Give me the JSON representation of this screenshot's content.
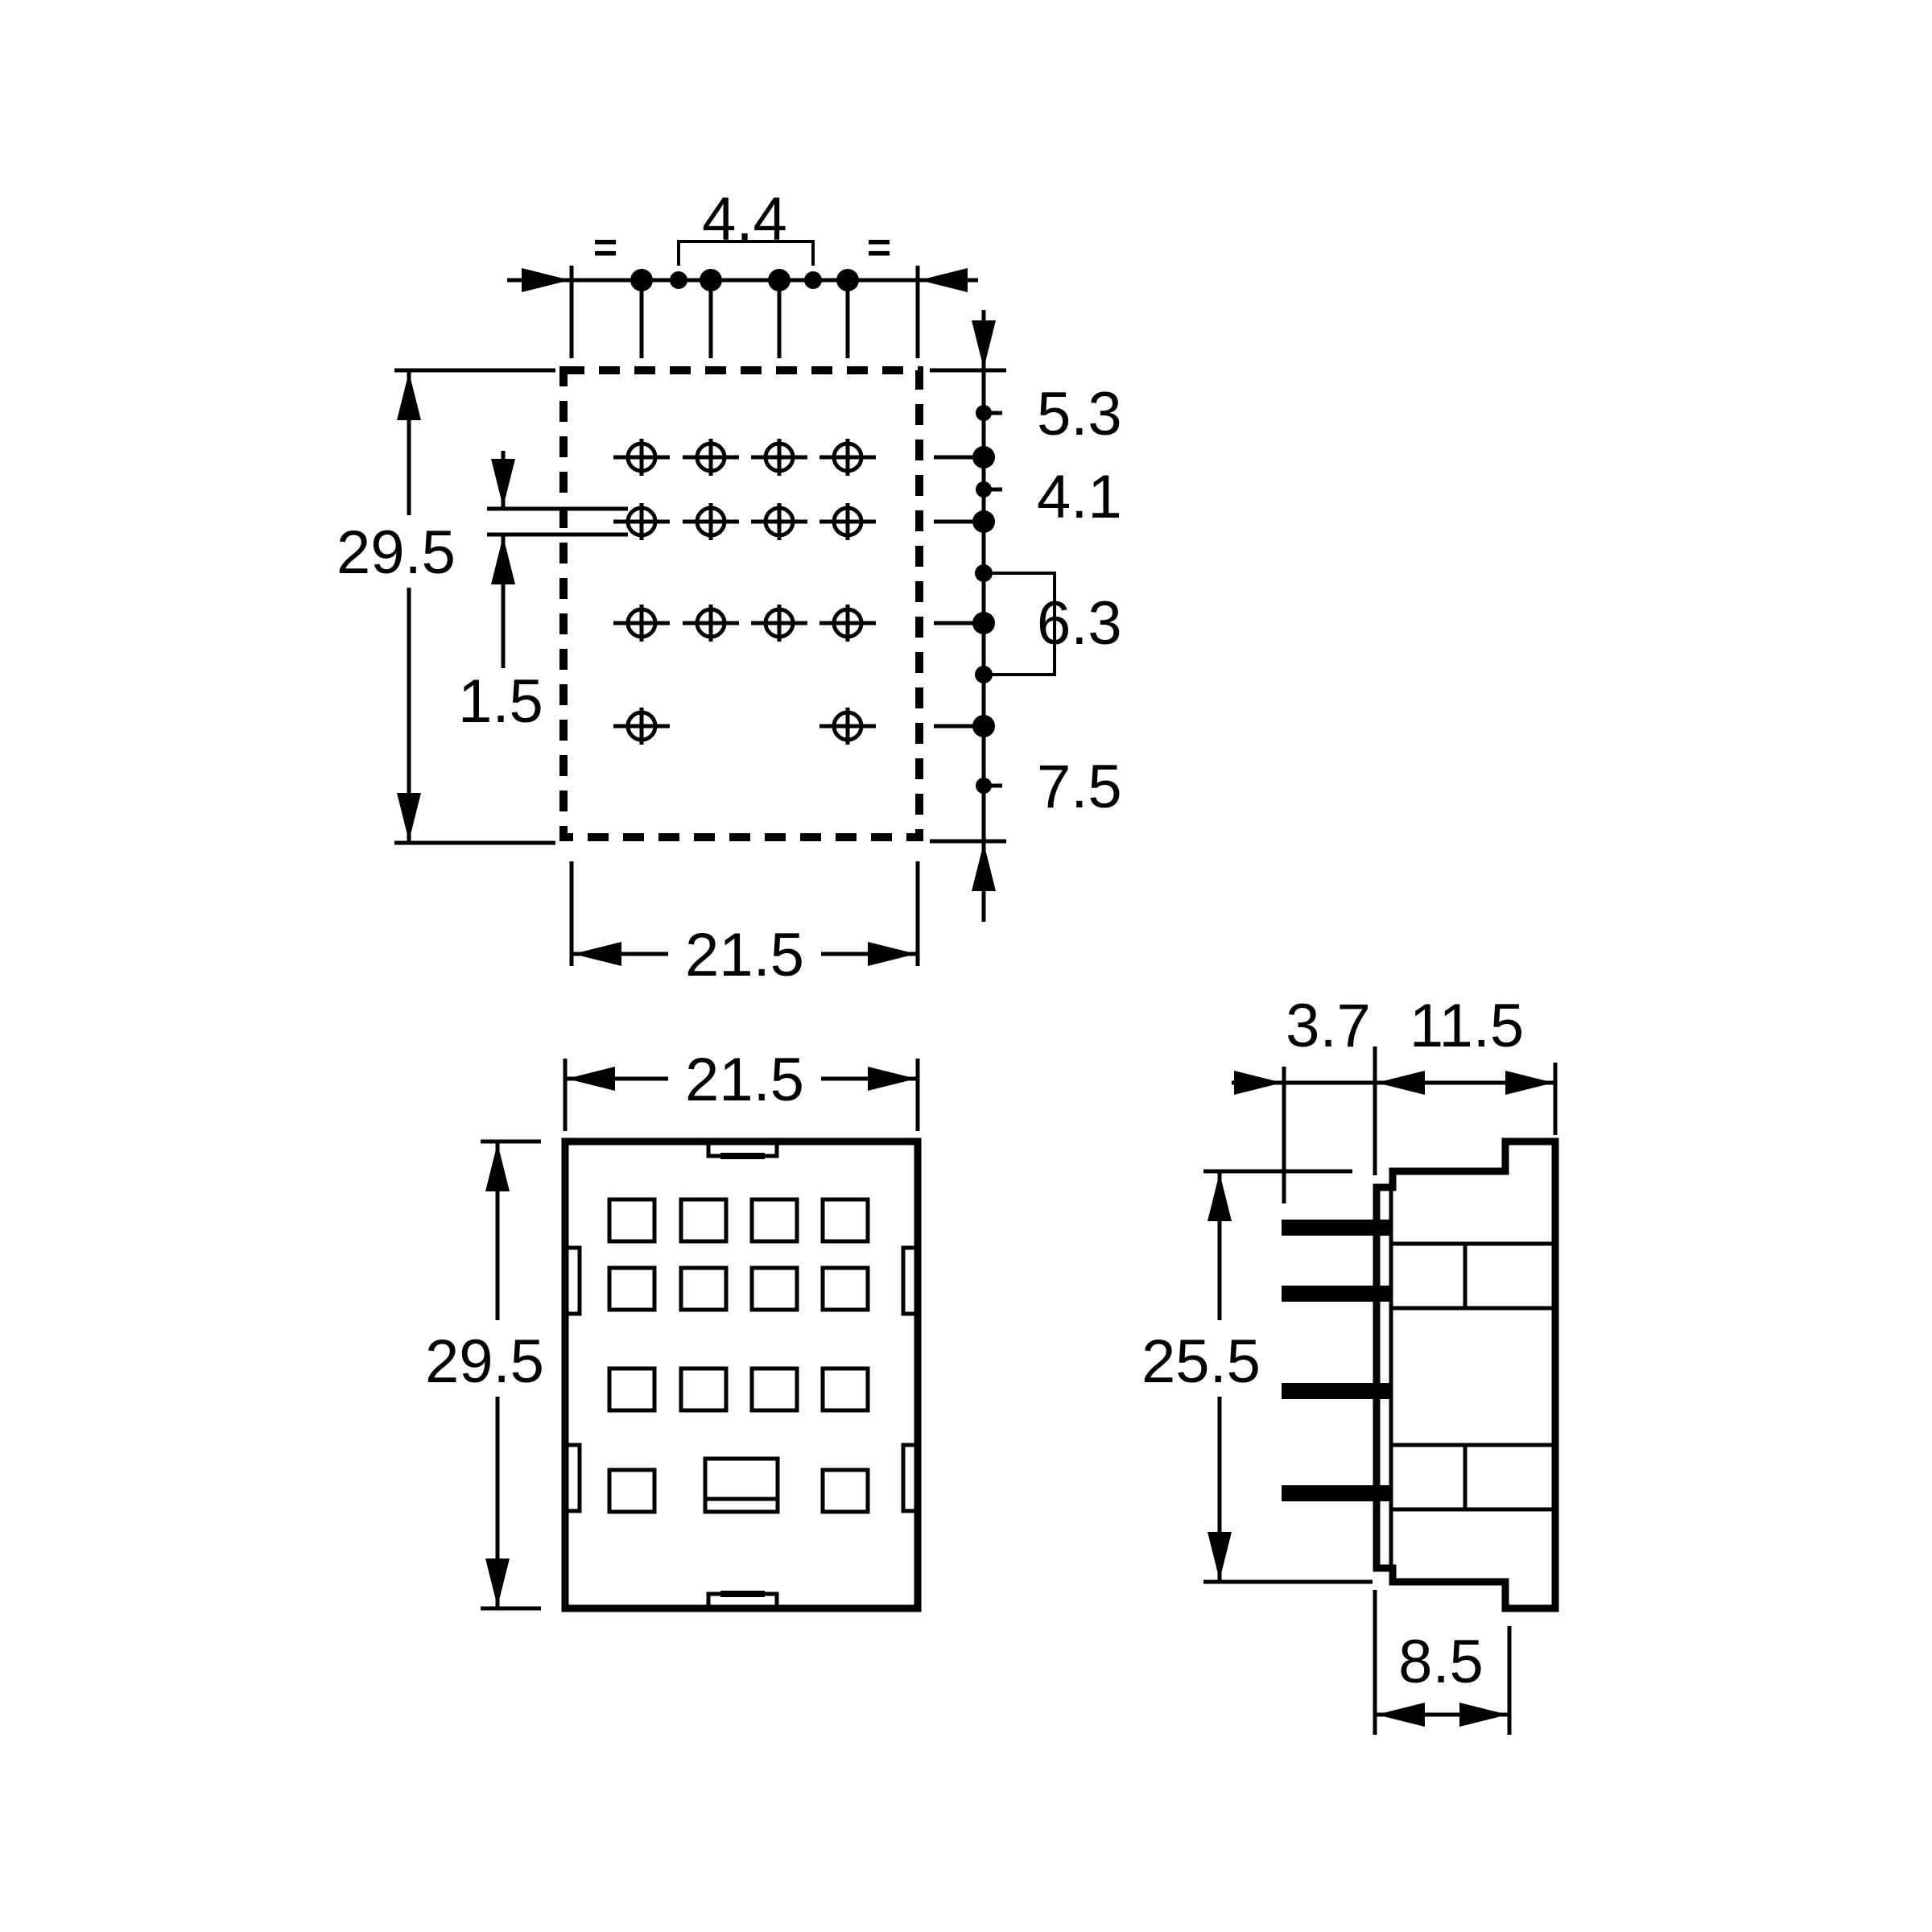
{
  "pcb_layout": {
    "width": "21.5",
    "height": "29.5",
    "pin_pitch": "4.4",
    "pad_spacing": "1.5",
    "equal_mark": "=",
    "row_spacings": [
      "5.3",
      "4.1",
      "6.3",
      "7.5"
    ]
  },
  "bottom_view": {
    "width": "21.5",
    "height": "29.5"
  },
  "side_view": {
    "pin_length": "3.7",
    "body_depth": "11.5",
    "pin_span": "25.5",
    "base_depth": "8.5"
  },
  "colors": {
    "ink": "#000000",
    "paper": "#ffffff"
  }
}
